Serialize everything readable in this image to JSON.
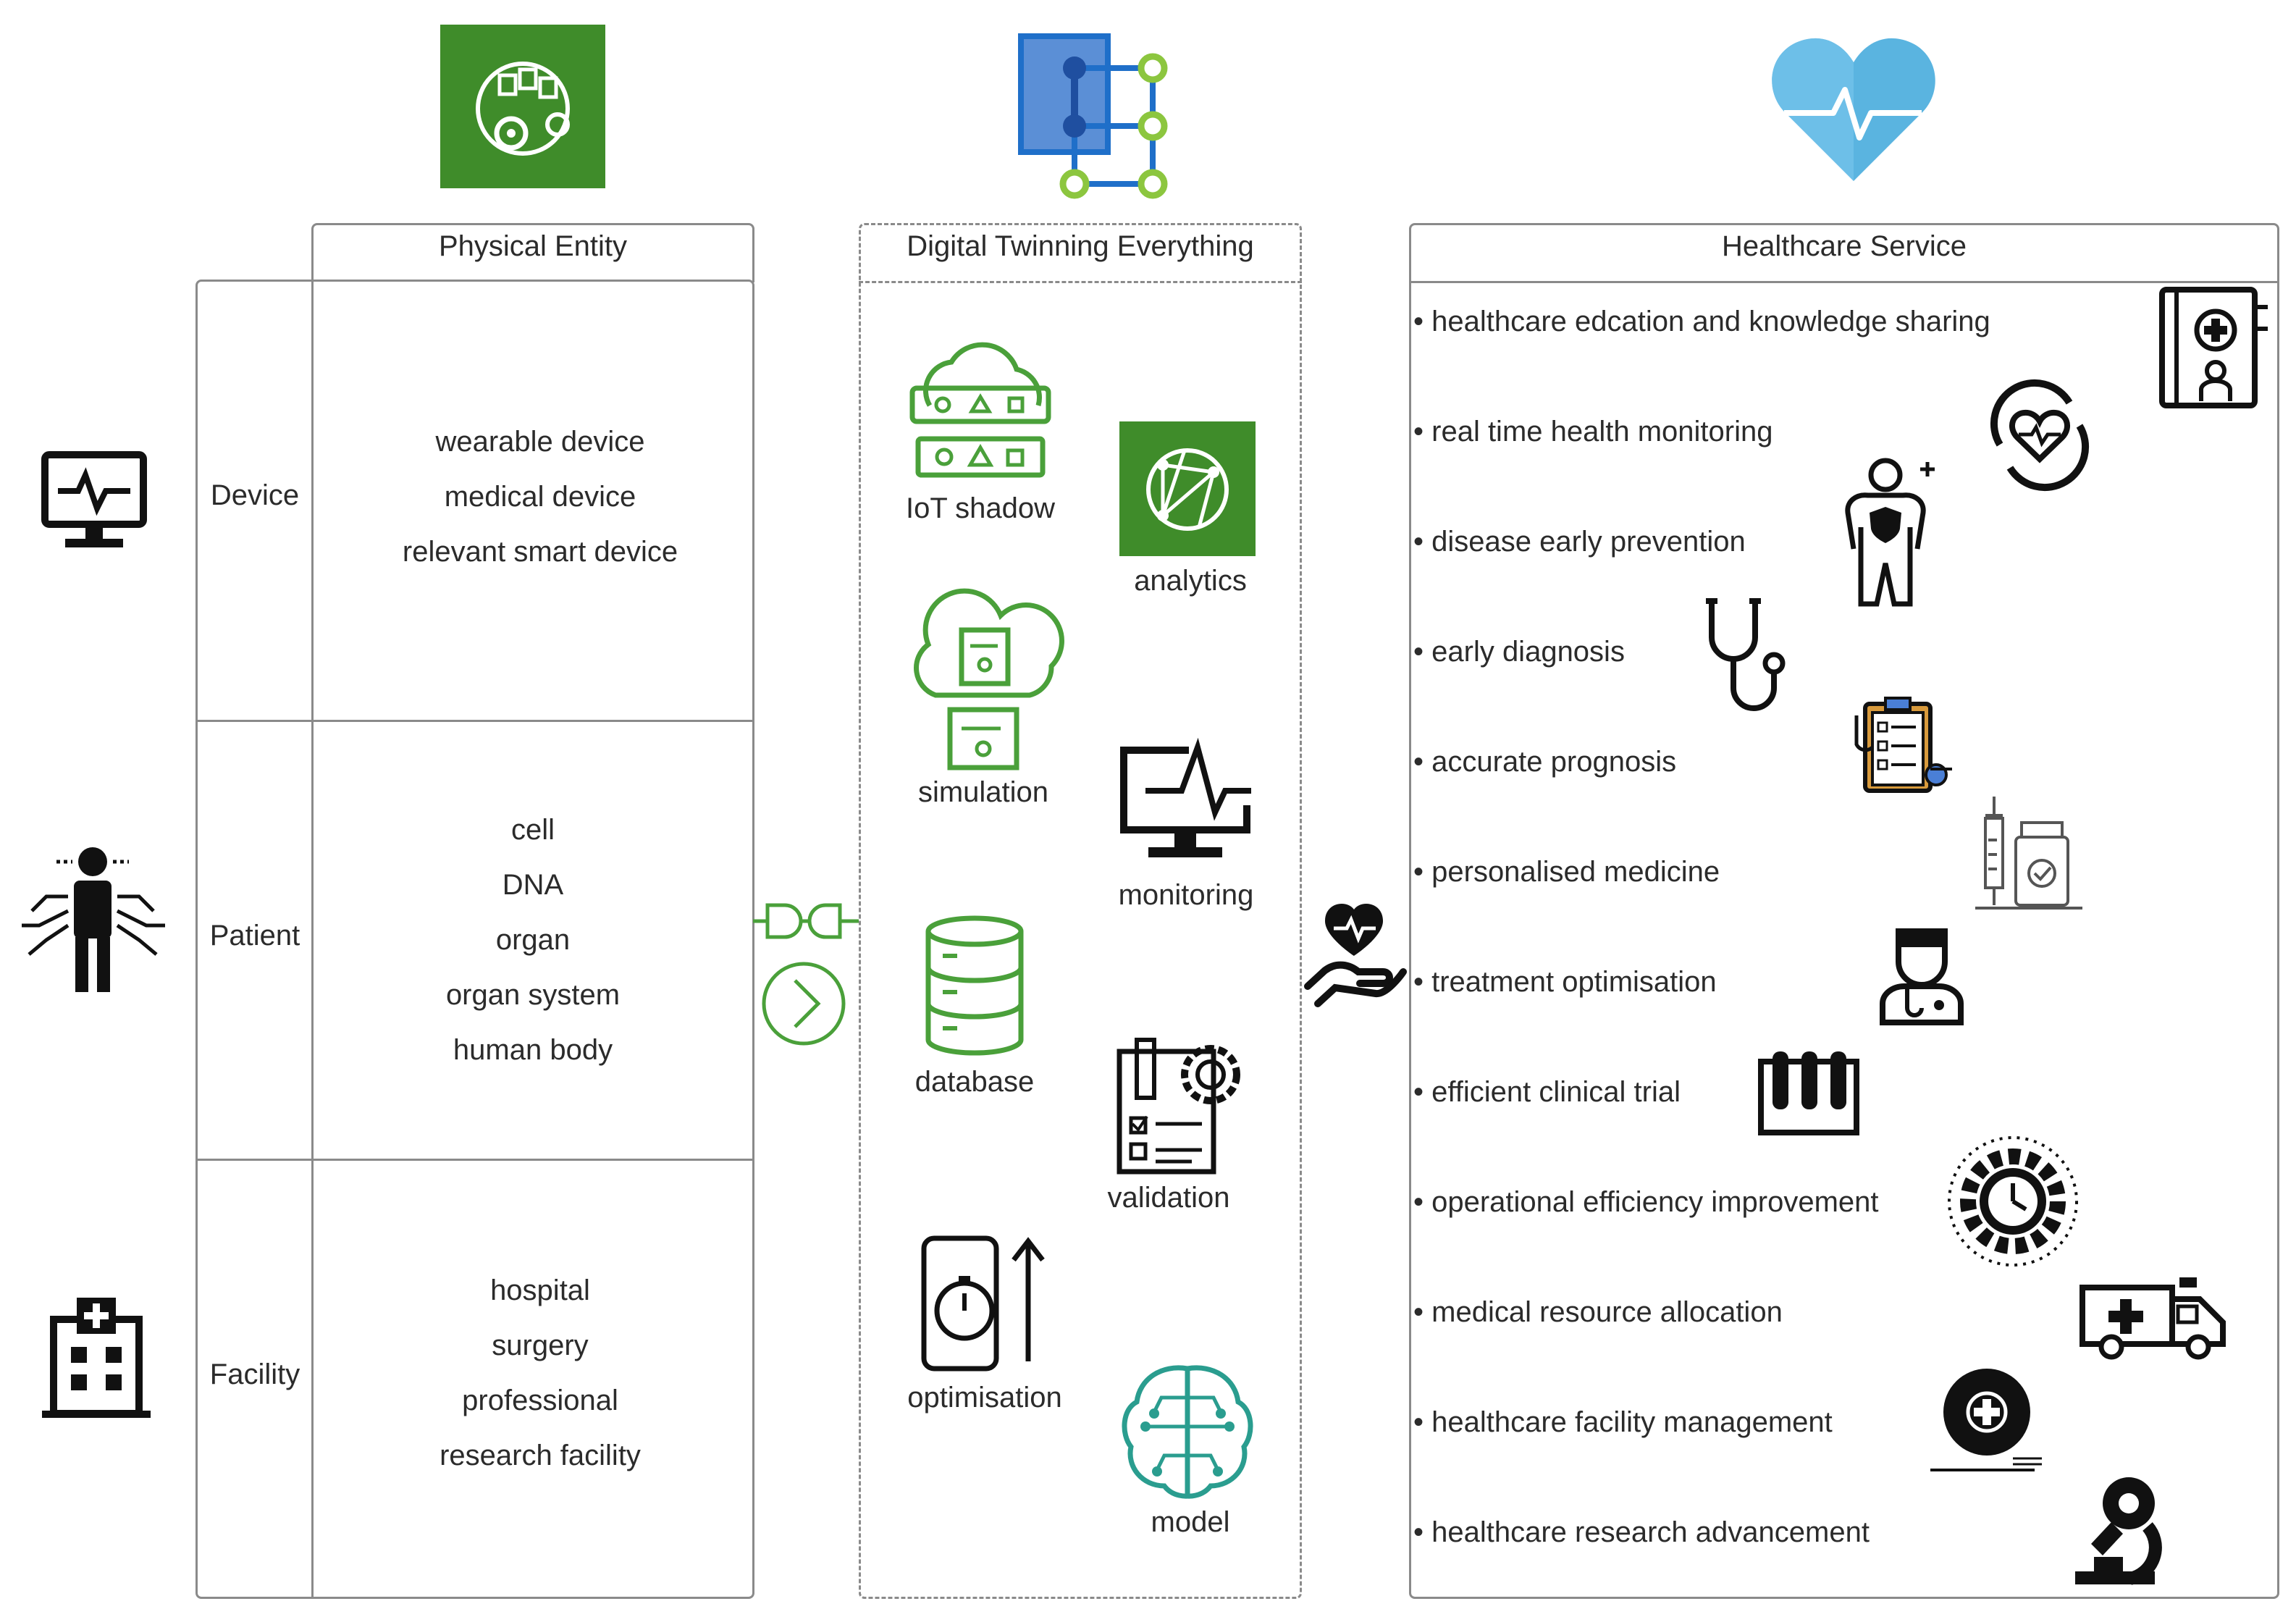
{
  "physical": {
    "title": "Physical Entity",
    "rows": [
      {
        "label": "Device",
        "items": [
          "wearable device",
          "medical device",
          "relevant smart device"
        ]
      },
      {
        "label": "Patient",
        "items": [
          "cell",
          "DNA",
          "organ",
          "organ system",
          "human body"
        ]
      },
      {
        "label": "Facility",
        "items": [
          "hospital",
          "surgery",
          "professional",
          "research facility"
        ]
      }
    ]
  },
  "twin": {
    "title": "Digital Twinning Everything",
    "components": [
      {
        "label": "IoT shadow",
        "icon": "cloud-server-icon"
      },
      {
        "label": "analytics",
        "icon": "analytics-icon"
      },
      {
        "label": "simulation",
        "icon": "cloud-simulation-icon"
      },
      {
        "label": "monitoring",
        "icon": "monitor-pulse-icon"
      },
      {
        "label": "database",
        "icon": "database-icon"
      },
      {
        "label": "validation",
        "icon": "validation-icon"
      },
      {
        "label": "optimisation",
        "icon": "stopwatch-phone-icon"
      },
      {
        "label": "model",
        "icon": "brain-circuit-icon"
      }
    ]
  },
  "healthcare": {
    "title": "Healthcare Service",
    "services": [
      "healthcare edcation and knowledge sharing",
      "real time health monitoring",
      "disease early prevention",
      "early diagnosis",
      "accurate prognosis",
      "personalised medicine",
      "treatment optimisation",
      "efficient clinical trial",
      "operational efficiency improvement",
      "medical resource allocation",
      "healthcare facility management",
      "healthcare research advancement"
    ]
  },
  "colors": {
    "green": "#3f8c2a",
    "icon_green": "#4aa03a",
    "blue": "#1f6fc9",
    "heart": "#5ab4e0",
    "border": "#8a8a8a"
  }
}
